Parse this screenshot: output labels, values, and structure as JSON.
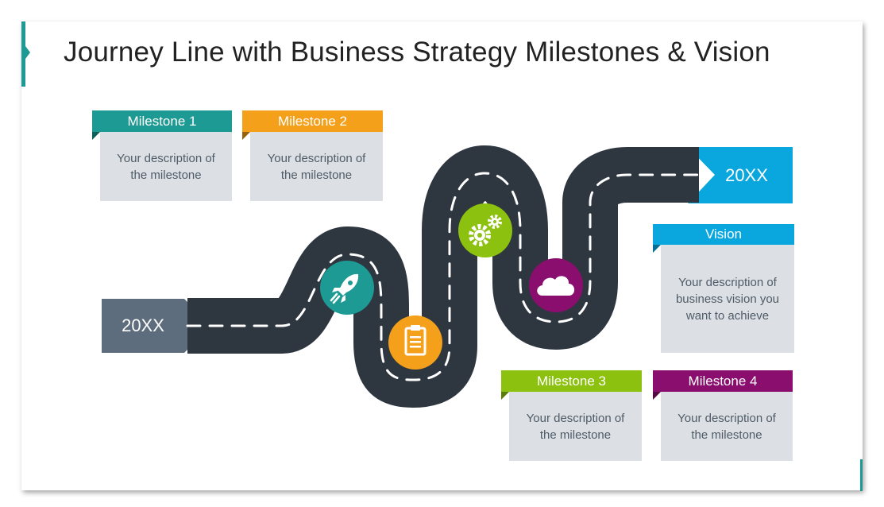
{
  "title": "Journey Line with Business Strategy Milestones & Vision",
  "start_label": "20XX",
  "end_label": "20XX",
  "colors": {
    "accent": "#1d9a93",
    "road": "#2e3640",
    "milestone1": "#1d9a93",
    "milestone2": "#f5a01a",
    "milestone3": "#8cc10f",
    "milestone4": "#8a0e6e",
    "vision": "#0aa6de",
    "start_arrow": "#5d6d7d",
    "box": "#dce0e4"
  },
  "milestones": [
    {
      "label": "Milestone 1",
      "description": "Your description of the milestone",
      "icon": "rocket-icon"
    },
    {
      "label": "Milestone 2",
      "description": "Your description of the milestone",
      "icon": "clipboard-icon"
    },
    {
      "label": "Milestone 3",
      "description": "Your description of the milestone",
      "icon": "gears-icon"
    },
    {
      "label": "Milestone 4",
      "description": "Your description of the milestone",
      "icon": "cloud-icon"
    }
  ],
  "vision": {
    "label": "Vision",
    "description": "Your description of business vision you want to achieve"
  }
}
